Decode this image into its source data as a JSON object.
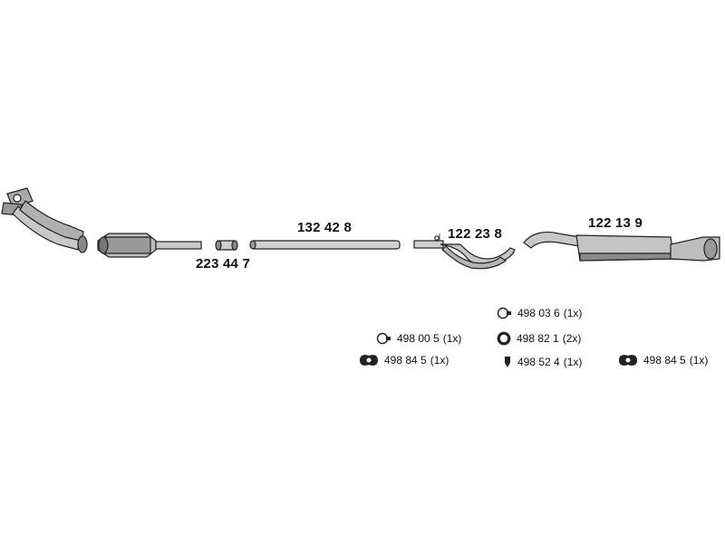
{
  "parts": {
    "catalytic_joint": "223 44 7",
    "middle_pipe": "132 42 8",
    "center_silencer": "122 23 8",
    "rear_silencer": "122 13 9"
  },
  "accessories": [
    {
      "code": "498 00 5",
      "qty": "(1x)",
      "icon": "clamp-ring-icon"
    },
    {
      "code": "498 84 5",
      "qty": "(1x)",
      "icon": "flange-gasket-icon"
    },
    {
      "code": "498 03 6",
      "qty": "(1x)",
      "icon": "clamp-ring-icon"
    },
    {
      "code": "498 82 1",
      "qty": "(2x)",
      "icon": "rubber-ring-icon"
    },
    {
      "code": "498 52 4",
      "qty": "(1x)",
      "icon": "rubber-hanger-icon"
    },
    {
      "code": "498 84 5",
      "qty": "(1x)",
      "icon": "flange-gasket-icon"
    }
  ]
}
